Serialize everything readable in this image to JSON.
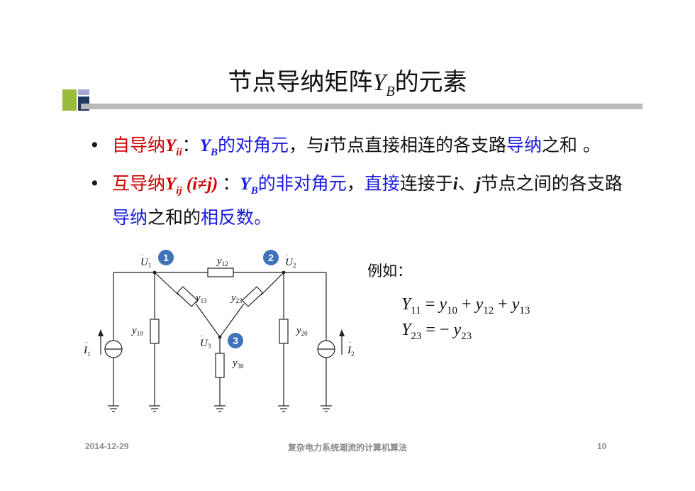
{
  "title": {
    "prefix": "节点导纳矩阵",
    "symbol": "Y",
    "symbol_sub": "B",
    "suffix": "的元素"
  },
  "bullets": [
    {
      "parts": [
        {
          "text": "自导纳",
          "color": "red",
          "style": "normal"
        },
        {
          "text": "Y",
          "color": "red",
          "style": "ital"
        },
        {
          "text": "ii",
          "color": "red",
          "style": "sub"
        },
        {
          "text": "：",
          "color": "black",
          "style": "normal"
        },
        {
          "text": "Y",
          "color": "blue",
          "style": "ital"
        },
        {
          "text": "B",
          "color": "blue",
          "style": "sub"
        },
        {
          "text": "的对角元",
          "color": "blue",
          "style": "normal"
        },
        {
          "text": "，与",
          "color": "black",
          "style": "normal"
        },
        {
          "text": "i",
          "color": "black",
          "style": "ital"
        },
        {
          "text": "节点直接相连的各支路",
          "color": "black",
          "style": "normal"
        },
        {
          "text": "导纳",
          "color": "blue",
          "style": "normal"
        },
        {
          "text": "之和 。",
          "color": "black",
          "style": "normal"
        }
      ]
    },
    {
      "parts": [
        {
          "text": "互导纳",
          "color": "red",
          "style": "normal"
        },
        {
          "text": "Y",
          "color": "red",
          "style": "ital"
        },
        {
          "text": "ij",
          "color": "red",
          "style": "sub"
        },
        {
          "text": " (i≠j) ",
          "color": "red",
          "style": "ital"
        },
        {
          "text": "：",
          "color": "black",
          "style": "normal"
        },
        {
          "text": "Y",
          "color": "blue",
          "style": "ital"
        },
        {
          "text": "B",
          "color": "blue",
          "style": "sub"
        },
        {
          "text": "的非对角元",
          "color": "blue",
          "style": "normal"
        },
        {
          "text": "，",
          "color": "black",
          "style": "normal"
        },
        {
          "text": "直接",
          "color": "blue",
          "style": "normal"
        },
        {
          "text": "连接于",
          "color": "black",
          "style": "normal"
        },
        {
          "text": "i",
          "color": "black",
          "style": "ital"
        },
        {
          "text": "、",
          "color": "black",
          "style": "normal"
        },
        {
          "text": "j",
          "color": "black",
          "style": "ital"
        },
        {
          "text": "节点之间的各支路",
          "color": "black",
          "style": "normal"
        },
        {
          "text": "导纳",
          "color": "blue",
          "style": "normal"
        },
        {
          "text": "之和的",
          "color": "black",
          "style": "normal"
        },
        {
          "text": "相反数。",
          "color": "blue",
          "style": "normal"
        }
      ]
    }
  ],
  "example_label": "例如：",
  "equations": [
    {
      "lhs": "Y",
      "lhs_sub": "11",
      "rhs": [
        {
          "sym": "y",
          "sub": "10"
        },
        {
          "op": "+"
        },
        {
          "sym": "y",
          "sub": "12"
        },
        {
          "op": "+"
        },
        {
          "sym": "y",
          "sub": "13"
        }
      ]
    },
    {
      "lhs": "Y",
      "lhs_sub": "23",
      "rhs": [
        {
          "op": "−"
        },
        {
          "sym": "y",
          "sub": "23"
        }
      ]
    }
  ],
  "circuit": {
    "nodes": [
      "1",
      "2",
      "3"
    ],
    "voltages": [
      {
        "sym": "U",
        "sub": "1"
      },
      {
        "sym": "U",
        "sub": "2"
      },
      {
        "sym": "U",
        "sub": "3"
      }
    ],
    "currents": [
      {
        "sym": "I",
        "sub": "1"
      },
      {
        "sym": "I",
        "sub": "2"
      }
    ],
    "admittances": [
      {
        "sym": "y",
        "sub": "12"
      },
      {
        "sym": "y",
        "sub": "13"
      },
      {
        "sym": "y",
        "sub": "23"
      },
      {
        "sym": "y",
        "sub": "10"
      },
      {
        "sym": "y",
        "sub": "20"
      },
      {
        "sym": "y",
        "sub": "30"
      }
    ],
    "node_color": "#3f72b8"
  },
  "footer": {
    "date": "2014-12-29",
    "course": "复杂电力系统潮流的计算机算法",
    "page": "10"
  },
  "colors": {
    "red": "#d00000",
    "blue": "#1a1ae0",
    "deco_green": "#9bbb3b",
    "deco_navy": "#1f3864",
    "deco_lilac": "#a6a6d2",
    "rule": "#b9b9b9"
  }
}
